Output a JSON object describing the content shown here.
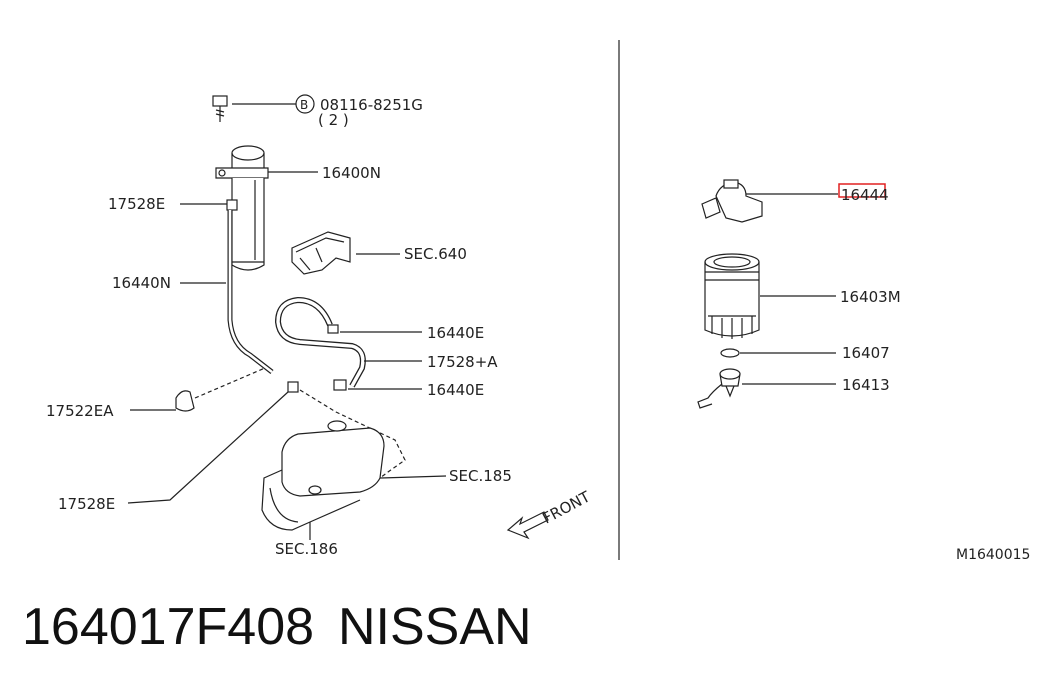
{
  "diagram": {
    "bolt_symbol": "B",
    "bolt_part": "08116-8251G",
    "bolt_qty": "( 2 )",
    "callouts": {
      "c16400N": "16400N",
      "c17528E_top": "17528E",
      "c16440N": "16440N",
      "cSEC640": "SEC.640",
      "c16440E_a": "16440E",
      "c17528A": "17528+A",
      "c16440E_b": "16440E",
      "c17522EA": "17522EA",
      "c17528E_bottom": "17528E",
      "cSEC185": "SEC.185",
      "cSEC186": "SEC.186",
      "c16444": "16444",
      "c16403M": "16403M",
      "c16407": "16407",
      "c16413": "16413"
    },
    "front_label": "FRONT",
    "diagram_code": "M1640015",
    "highlight_color": "#e02020"
  },
  "footer": {
    "part_number": "164017F408",
    "brand": "NISSAN"
  }
}
